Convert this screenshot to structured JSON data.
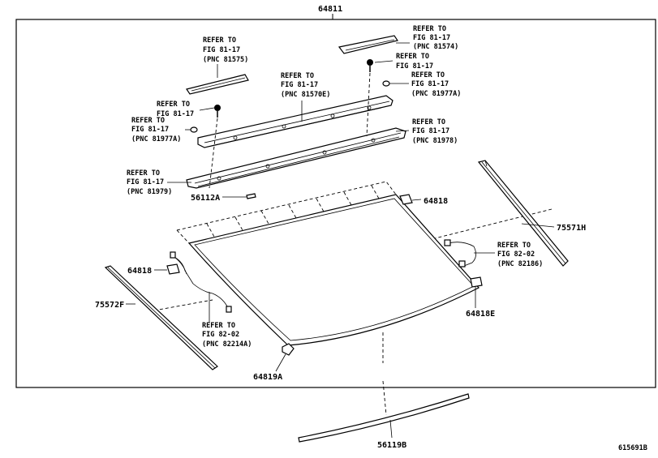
{
  "diagram": {
    "frame_part_number": "64811",
    "figure_code": "615691B",
    "parts": [
      {
        "id": "56112A",
        "label": "56112A"
      },
      {
        "id": "64818-top",
        "label": "64818"
      },
      {
        "id": "75571H",
        "label": "75571H"
      },
      {
        "id": "64818-left",
        "label": "64818"
      },
      {
        "id": "75572F",
        "label": "75572F"
      },
      {
        "id": "64818E",
        "label": "64818E"
      },
      {
        "id": "64819A",
        "label": "64819A"
      },
      {
        "id": "56119B",
        "label": "56119B"
      }
    ],
    "references": [
      {
        "l1": "REFER TO",
        "l2": "FIG 81-17",
        "l3": "(PNC 81575)"
      },
      {
        "l1": "REFER TO",
        "l2": "FIG 81-17",
        "l3": "(PNC 81574)"
      },
      {
        "l1": "REFER TO",
        "l2": "FIG 81-17",
        "l3": ""
      },
      {
        "l1": "REFER TO",
        "l2": "FIG 81-17",
        "l3": "(PNC 81977A)"
      },
      {
        "l1": "REFER TO",
        "l2": "FIG 81-17",
        "l3": "(PNC 81570E)"
      },
      {
        "l1": "REFER TO",
        "l2": "FIG 81-17",
        "l3": ""
      },
      {
        "l1": "REFER TO",
        "l2": "FIG 81-17",
        "l3": "(PNC 81977A)"
      },
      {
        "l1": "REFER TO",
        "l2": "FIG 81-17",
        "l3": "(PNC 81978)"
      },
      {
        "l1": "REFER TO",
        "l2": "FIG 81-17",
        "l3": "(PNC 81979)"
      },
      {
        "l1": "REFER TO",
        "l2": "FIG 82-02",
        "l3": "(PNC 82186)"
      },
      {
        "l1": "REFER TO",
        "l2": "FIG 82-02",
        "l3": "(PNC 82214A)"
      }
    ]
  }
}
